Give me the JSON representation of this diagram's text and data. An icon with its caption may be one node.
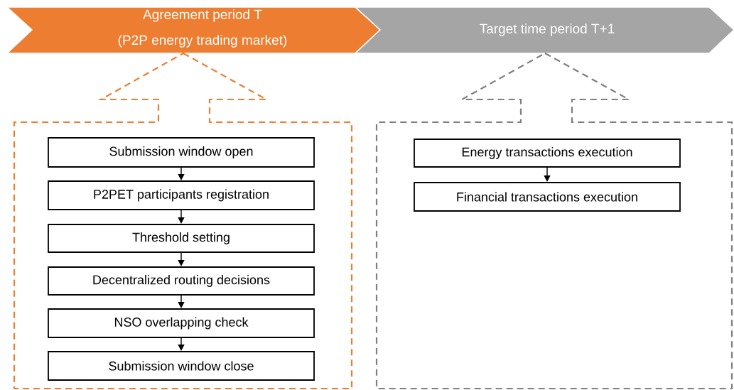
{
  "diagram": {
    "nodes": [
      {
        "text": [
          "Agreement period T",
          "(P2P energy trading market)"
        ]
      },
      {
        "text": [
          "Target time period T+1"
        ]
      },
      {
        "text": [],
        "shape": "box"
      },
      {
        "text": [
          "Submission window open"
        ],
        "in": 2
      },
      {
        "text": [
          "P2PET participants registration"
        ],
        "in": 2
      },
      {
        "text": [
          "Threshold setting"
        ],
        "in": 2
      },
      {
        "text": [
          "Decentralized routing decisions"
        ],
        "in": 2
      },
      {
        "text": [
          "NSO overlapping check"
        ],
        "in": 2
      },
      {
        "text": [
          "Submission window close"
        ],
        "in": 2
      },
      {
        "text": [],
        "shape": "box"
      },
      {
        "text": [
          "Energy transactions execution"
        ],
        "in": 9
      },
      {
        "text": [
          "Financial transactions execution"
        ],
        "in": 9
      }
    ],
    "edges": [
      {
        "from": 3,
        "to": 4,
        "arrow": "to"
      },
      {
        "from": 4,
        "to": 5,
        "arrow": "to"
      },
      {
        "from": 5,
        "to": 6,
        "arrow": "to"
      },
      {
        "from": 6,
        "to": 7,
        "arrow": "to"
      },
      {
        "from": 7,
        "to": 8,
        "arrow": "to"
      },
      {
        "from": 10,
        "to": 11,
        "arrow": "to"
      }
    ]
  }
}
